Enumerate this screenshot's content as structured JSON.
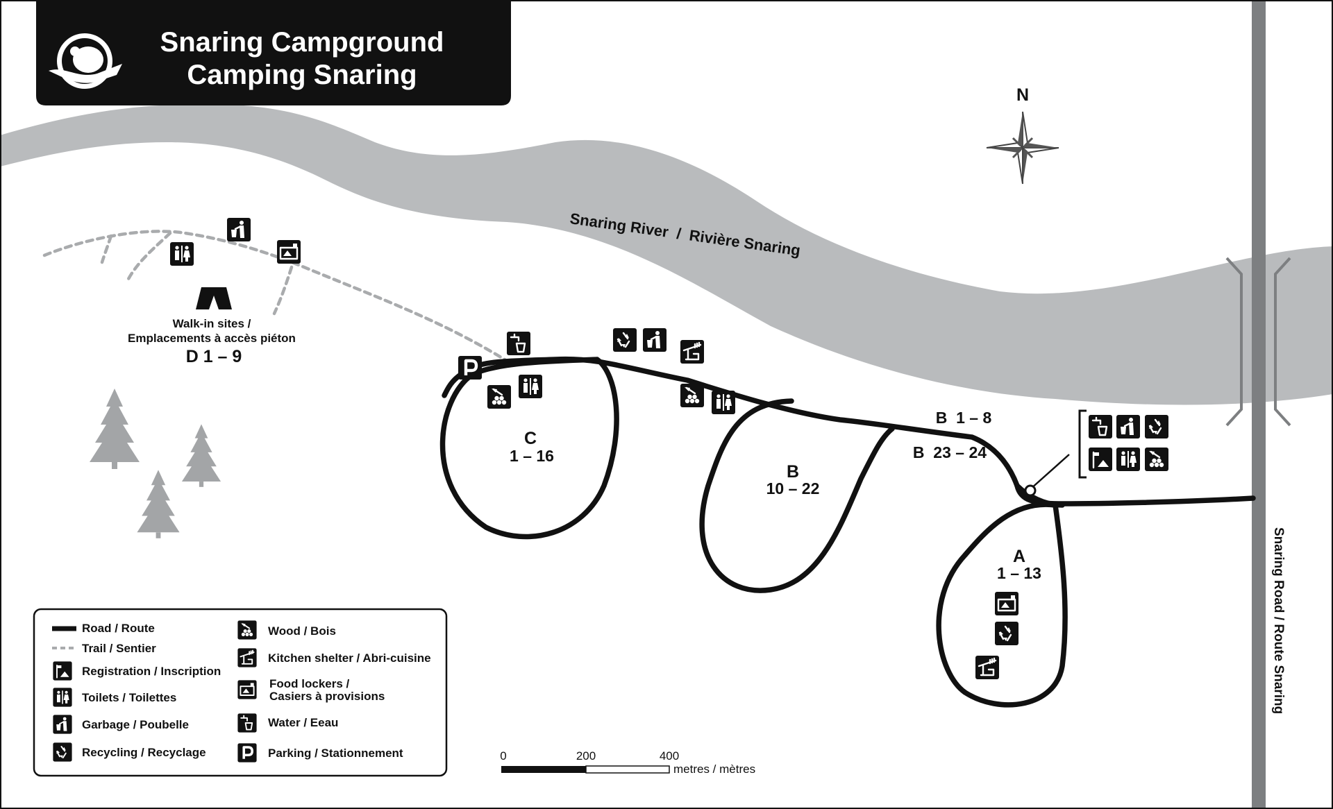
{
  "title": {
    "line1": "Snaring Campground",
    "line2": "Camping Snaring"
  },
  "river_label": "Snaring River  /  Rivière Snaring",
  "road_label": "Snaring Road / Route Snaring",
  "compass": {
    "label": "N"
  },
  "walk_in": {
    "line1": "Walk-in sites /",
    "line2": "Emplacements à accès piéton",
    "sites": "D 1 – 9"
  },
  "loops": {
    "c": {
      "letter": "C",
      "sites": "1 – 16"
    },
    "b": {
      "letter": "B",
      "sites": "10 – 22"
    },
    "b_north": "B  1 – 8",
    "b_south": "B  23 – 24",
    "a": {
      "letter": "A",
      "sites": "1 – 13"
    }
  },
  "legend": {
    "road": "Road / Route",
    "trail": "Trail / Sentier",
    "registration": "Registration / Inscription",
    "toilets": "Toilets / Toilettes",
    "garbage": "Garbage / Poubelle",
    "recycling": "Recycling / Recyclage",
    "wood": "Wood / Bois",
    "kitchen": "Kitchen shelter / Abri-cuisine",
    "food_lockers_line1": "Food lockers /",
    "food_lockers_line2": "Casiers à provisions",
    "water": "Water / Eeau",
    "parking": "Parking / Stationnement"
  },
  "scale_bar": {
    "tick0": "0",
    "tick1": "200",
    "tick2": "400",
    "unit": "metres / mètres"
  },
  "parking_symbol": "P",
  "colors": {
    "river": "#b9bbbd",
    "road": "#111111",
    "trail": "#a9abad",
    "trees": "#a3a5a7",
    "road_strip": "#7d7f81"
  }
}
